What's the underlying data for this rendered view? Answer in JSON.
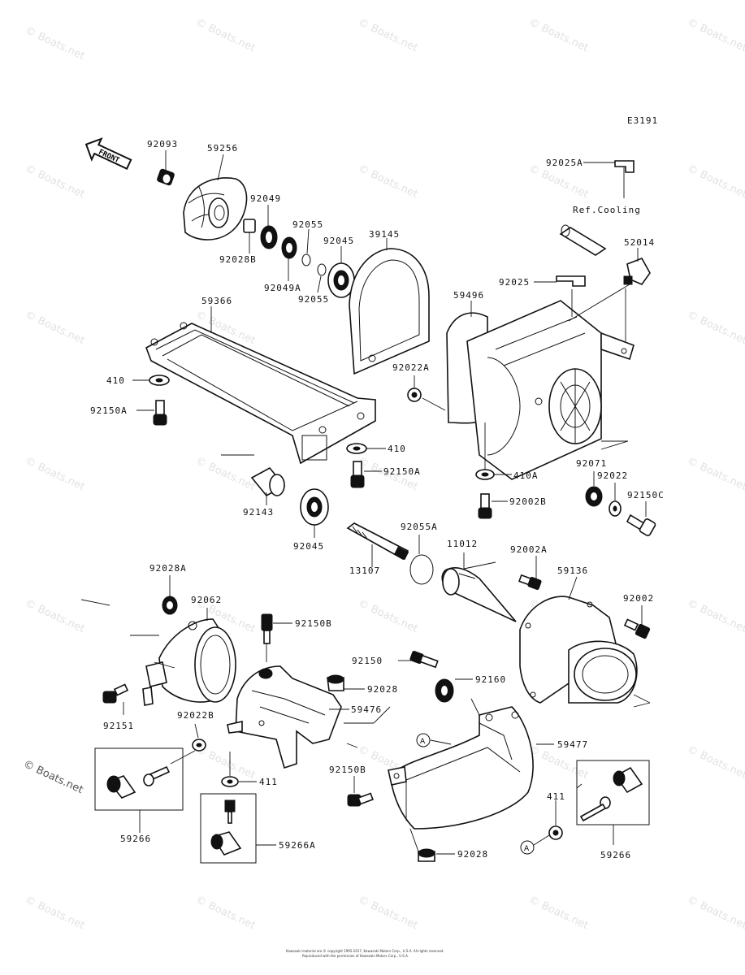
{
  "diagram": {
    "code": "E3191",
    "front_label": "FRONT",
    "ref_note": "Ref.Cooling",
    "watermark": "© Boats.net",
    "circle_ref_a": "A",
    "copyright_line1": "Kawasaki material are © copyright 1995-2017, Kawasaki Motors Corp., U.S.A. All rights reserved.",
    "copyright_line2": "Reproduced with the permission of Kawasaki Motors Corp., U.S.A."
  },
  "parts": {
    "p92093": "92093",
    "p59256": "59256",
    "p92049": "92049",
    "p92055_top": "92055",
    "p92045_top": "92045",
    "p39145": "39145",
    "p92028B": "92028B",
    "p92049A": "92049A",
    "p92055_low": "92055",
    "p92025A": "92025A",
    "p52014": "52014",
    "p92025": "92025",
    "p59496": "59496",
    "p59366": "59366",
    "p410_left": "410",
    "p92150A_left": "92150A",
    "p92022A": "92022A",
    "p410_mid": "410",
    "p92150A_mid": "92150A",
    "p410A": "410A",
    "p92071": "92071",
    "p92022": "92022",
    "p92150C": "92150C",
    "p92002B": "92002B",
    "p92143": "92143",
    "p92045_low": "92045",
    "p92055A": "92055A",
    "p11012": "11012",
    "p92002A": "92002A",
    "p13107": "13107",
    "p59136": "59136",
    "p92002": "92002",
    "p92028A": "92028A",
    "p92062": "92062",
    "p92150B_top": "92150B",
    "p92150": "92150",
    "p92160": "92160",
    "p92028_mid": "92028",
    "p59476": "59476",
    "p92151": "92151",
    "p92022B": "92022B",
    "p59477": "59477",
    "p92150B_low": "92150B",
    "p411_left": "411",
    "p411_right": "411",
    "p59266_left": "59266",
    "p59266A": "59266A",
    "p92028_low": "92028",
    "p59266_right": "59266"
  }
}
